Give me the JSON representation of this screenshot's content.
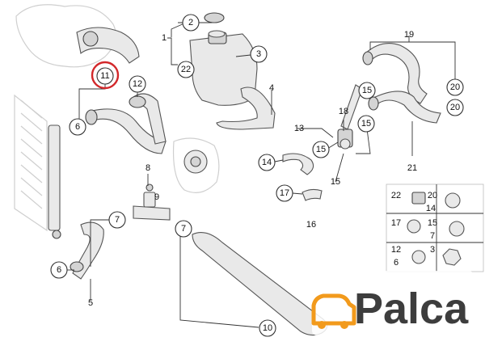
{
  "diagram": {
    "callouts": [
      "2",
      "1",
      "22",
      "3",
      "11",
      "12",
      "6",
      "4",
      "19",
      "15",
      "20",
      "20",
      "18",
      "15",
      "13",
      "15",
      "14",
      "17",
      "16",
      "15",
      "21",
      "8",
      "9",
      "7",
      "7",
      "6",
      "5",
      "10"
    ],
    "plain_labels": [
      "16",
      "5",
      "21"
    ],
    "highlight_index": 4,
    "highlight_color": "#d2272a",
    "legend": {
      "rows": [
        {
          "a": "22",
          "b": "20",
          "c": "14"
        },
        {
          "a": "17",
          "b": "15",
          "c": "7"
        },
        {
          "a": "12",
          "b": "3",
          "c": "6"
        }
      ]
    }
  },
  "logo": {
    "text": "Palca",
    "accent_color": "#f29a1c"
  }
}
